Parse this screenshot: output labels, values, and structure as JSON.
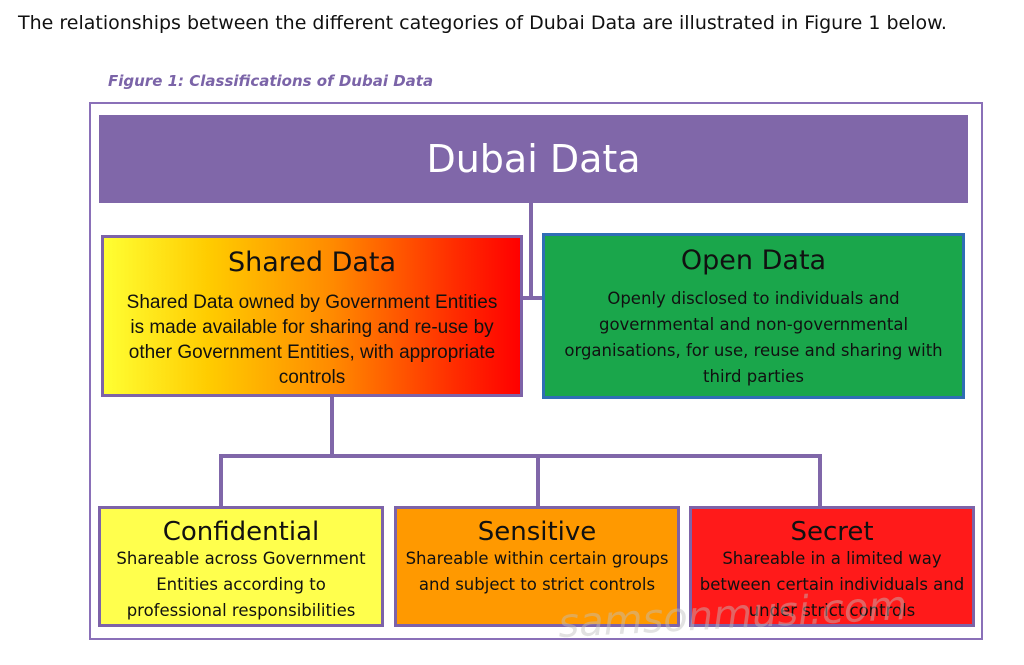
{
  "intro": "The relationships between the different categories of Dubai Data are illustrated in Figure 1 below.",
  "caption": "Figure 1: Classifications of Dubai Data",
  "nodes": {
    "dubai": {
      "title": "Dubai Data",
      "color": "#8067a9"
    },
    "shared": {
      "title": "Shared Data",
      "description": "Shared Data owned by Government Entities is made available for sharing and re-use by other Government Entities, with appropriate controls"
    },
    "open": {
      "title": "Open Data",
      "description": "Openly disclosed to individuals and governmental and non-governmental organisations, for use, reuse and sharing with third parties",
      "color": "#1aa64b"
    },
    "confidential": {
      "title": "Confidential",
      "description": "Shareable across Government Entities according to professional responsibilities",
      "color": "#ffff4d"
    },
    "sensitive": {
      "title": "Sensitive",
      "description": "Shareable within certain groups and subject to strict controls",
      "color": "#ff9900"
    },
    "secret": {
      "title": "Secret",
      "description": "Shareable in a limited way between certain individuals and under strict controls",
      "color": "#ff1a1a"
    }
  },
  "watermark": "samsonmusi.com"
}
